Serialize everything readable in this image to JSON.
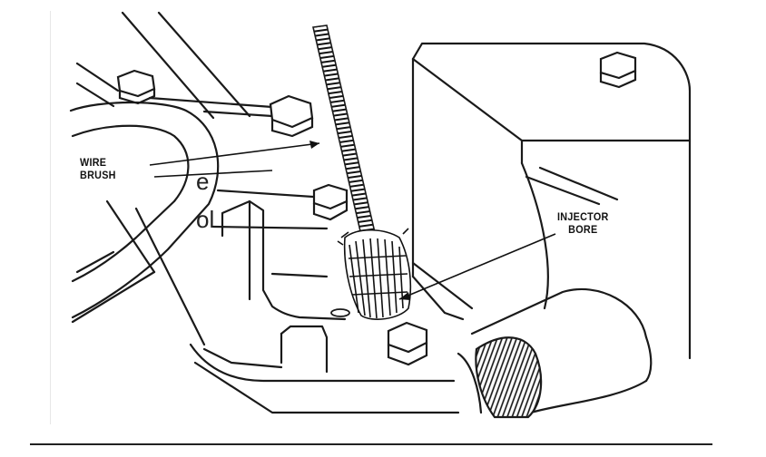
{
  "side_text": {
    "line1": "e",
    "line2": "ol"
  },
  "labels": {
    "wire_brush": [
      "WIRE",
      "BRUSH"
    ],
    "injector_bore": [
      "INJECTOR",
      "BORE"
    ]
  },
  "colors": {
    "ink": "#1a1a1a",
    "background": "#ffffff"
  }
}
